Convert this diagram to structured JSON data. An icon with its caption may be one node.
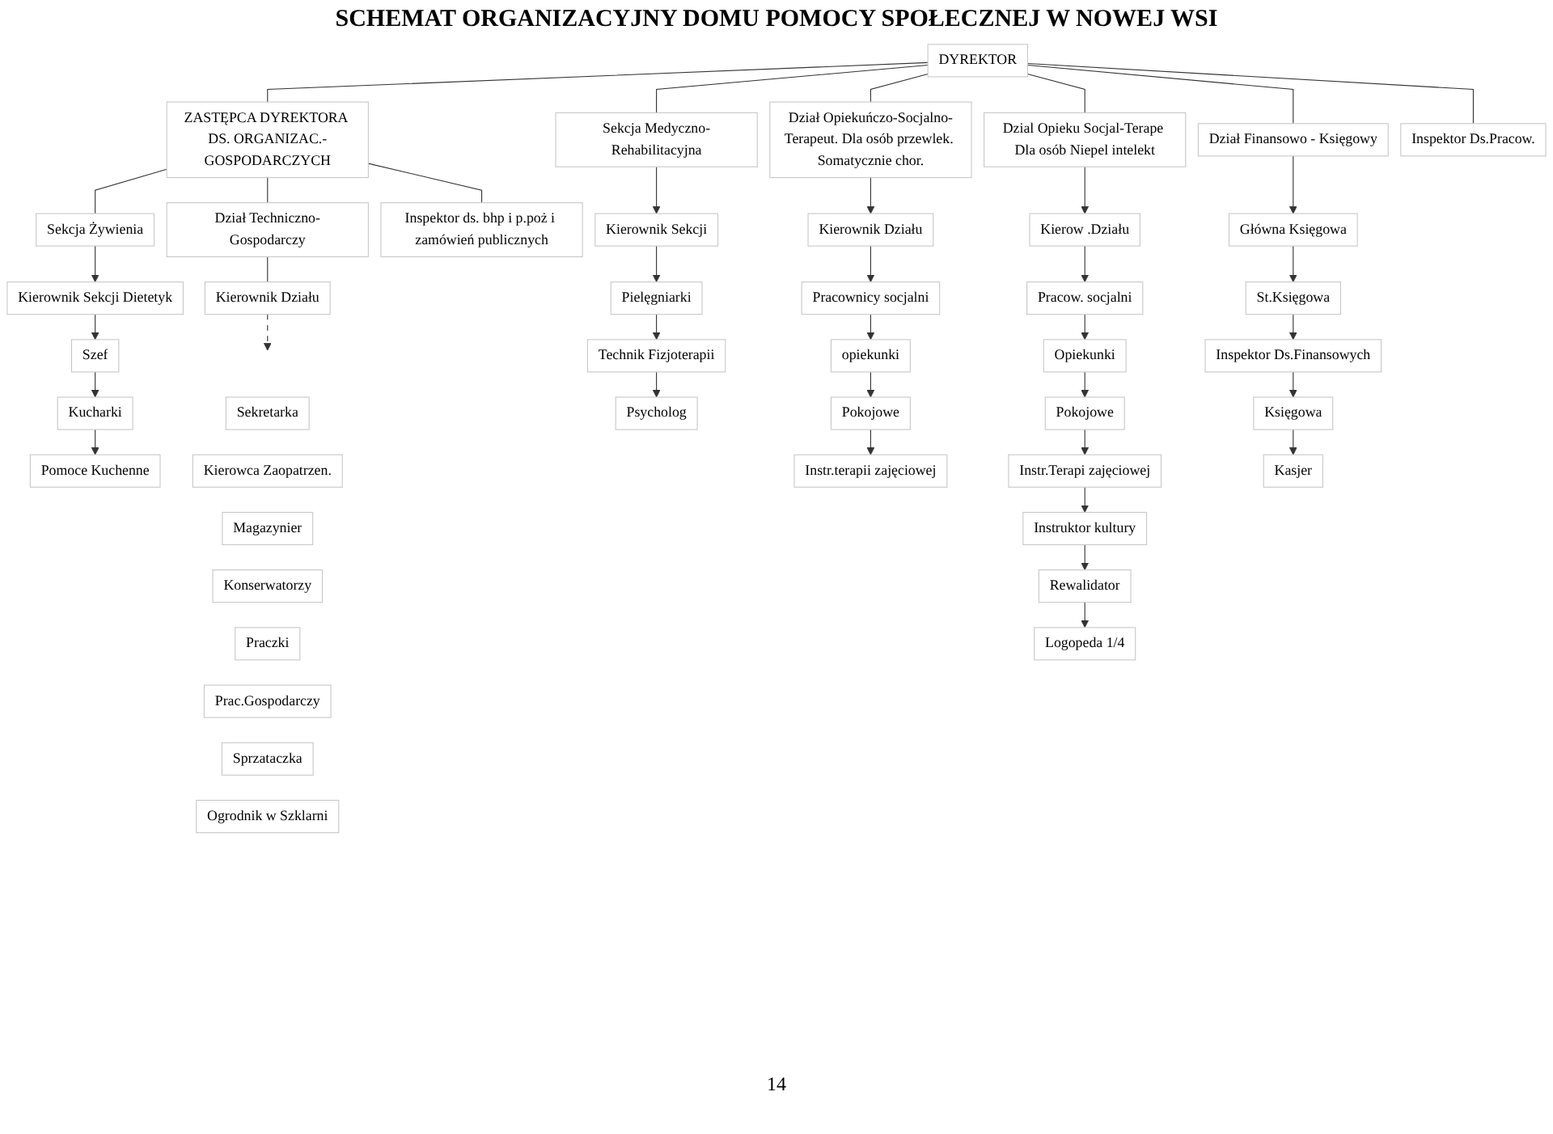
{
  "diagram": {
    "title": "SCHEMAT ORGANIZACYJNY DOMU POMOCY SPOŁECZNEJ W NOWEJ WSI",
    "nodes": [
      {
        "text": [
          "DYREKTOR"
        ]
      },
      {
        "text": [
          "ZASTĘPCA DYREKTORA DS. ORGANIZAC.-GOSPODARCZYCH"
        ]
      },
      {
        "text": [
          "Sekcja Medyczno-Rehabilitacyjna"
        ]
      },
      {
        "text": [
          "Dział Opiekuńczo-Socjalno-Terapeut. Dla osób przewlek. Somatycznie chor."
        ]
      },
      {
        "text": [
          "Dzial Opieku Socjal-Terape Dla osób Niepel intelekt"
        ]
      },
      {
        "text": [
          "Inspektor Ds.Pracow."
        ]
      },
      {
        "text": [
          "Dział Finansowo - Księgowy"
        ]
      },
      {
        "text": [
          "Sekcja Żywienia"
        ]
      },
      {
        "text": [
          "Dział Techniczno-Gospodarczy"
        ]
      },
      {
        "text": [
          "Inspektor ds. bhp i p.poż i zamówień publicznych"
        ]
      },
      {
        "text": [
          "Kierownik Sekcji"
        ]
      },
      {
        "text": [
          "Kierownik Działu"
        ]
      },
      {
        "text": [
          "Kierownik Działu"
        ]
      },
      {
        "text": [
          "Pielęgniarki"
        ]
      },
      {
        "text": [
          "Technik Fizjoterapii"
        ]
      },
      {
        "text": [
          "Psycholog"
        ]
      },
      {
        "text": [
          "Pracownicy socjalni"
        ]
      },
      {
        "text": [
          "opiekunki"
        ]
      },
      {
        "text": [
          "Pokojowe"
        ]
      },
      {
        "text": [
          "Instr.terapii zajęciowej"
        ]
      },
      {
        "text": [
          "Kierow .Działu"
        ]
      },
      {
        "text": [
          "Pracow. socjalni"
        ]
      },
      {
        "text": [
          "Opiekunki"
        ]
      },
      {
        "text": [
          "Pokojowe"
        ]
      },
      {
        "text": [
          "Instr.Terapi zajęciowej"
        ]
      },
      {
        "text": [
          "Instruktor kultury"
        ]
      },
      {
        "text": [
          "Rewalidator"
        ]
      },
      {
        "text": [
          "Logopeda 1/4"
        ]
      },
      {
        "text": [
          "Główna Księgowa"
        ]
      },
      {
        "text": [
          "St.Księgowa"
        ]
      },
      {
        "text": [
          "Inspektor Ds.Finansowych"
        ]
      },
      {
        "text": [
          "Księgowa"
        ]
      },
      {
        "text": [
          "Kasjer"
        ]
      },
      {
        "text": [
          "Kierownik Sekcji Dietetyk"
        ]
      },
      {
        "text": [
          "Szef"
        ]
      },
      {
        "text": [
          "Kucharki"
        ]
      },
      {
        "text": [
          "Pomoce Kuchenne"
        ]
      },
      {
        "text": [
          "Sekretarka"
        ]
      },
      {
        "text": [
          "Kierowca Zaopatrzen."
        ]
      },
      {
        "text": [
          "Magazynier"
        ]
      },
      {
        "text": [
          "Konserwatorzy"
        ]
      },
      {
        "text": [
          "Praczki"
        ]
      },
      {
        "text": [
          "Prac.Gospodarczy"
        ]
      },
      {
        "text": [
          "Sprzataczka"
        ]
      },
      {
        "text": [
          "Ogrodnik w Szklarni"
        ]
      }
    ],
    "edges": [
      {
        "from": 0,
        "to": 1,
        "arrow": "none"
      },
      {
        "from": 0,
        "to": 2,
        "arrow": "none"
      },
      {
        "from": 0,
        "to": 3,
        "arrow": "none"
      },
      {
        "from": 0,
        "to": 4,
        "arrow": "none"
      },
      {
        "from": 0,
        "to": 6,
        "arrow": "none"
      },
      {
        "from": 0,
        "to": 5,
        "arrow": "none"
      },
      {
        "from": 1,
        "to": 7,
        "arrow": "none"
      },
      {
        "from": 1,
        "to": 8,
        "arrow": "none"
      },
      {
        "from": 1,
        "to": 9,
        "arrow": "none"
      },
      {
        "from": 8,
        "to": 12,
        "arrow": "none"
      },
      {
        "from": 2,
        "to": 10,
        "arrow": "to"
      },
      {
        "from": 10,
        "to": 13,
        "arrow": "to"
      },
      {
        "from": 13,
        "to": 14,
        "arrow": "to"
      },
      {
        "from": 14,
        "to": 15,
        "arrow": "to"
      },
      {
        "from": 3,
        "to": 11,
        "arrow": "to"
      },
      {
        "from": 11,
        "to": 16,
        "arrow": "to"
      },
      {
        "from": 16,
        "to": 17,
        "arrow": "to"
      },
      {
        "from": 17,
        "to": 18,
        "arrow": "to"
      },
      {
        "from": 18,
        "to": 19,
        "arrow": "to"
      },
      {
        "from": 4,
        "to": 20,
        "arrow": "to"
      },
      {
        "from": 20,
        "to": 21,
        "arrow": "to"
      },
      {
        "from": 21,
        "to": 22,
        "arrow": "to"
      },
      {
        "from": 22,
        "to": 23,
        "arrow": "to"
      },
      {
        "from": 23,
        "to": 24,
        "arrow": "to"
      },
      {
        "from": 24,
        "to": 25,
        "arrow": "to"
      },
      {
        "from": 25,
        "to": 26,
        "arrow": "to"
      },
      {
        "from": 26,
        "to": 27,
        "arrow": "to"
      },
      {
        "from": 6,
        "to": 28,
        "arrow": "to"
      },
      {
        "from": 28,
        "to": 29,
        "arrow": "to"
      },
      {
        "from": 29,
        "to": 30,
        "arrow": "to"
      },
      {
        "from": 30,
        "to": 31,
        "arrow": "to"
      },
      {
        "from": 31,
        "to": 32,
        "arrow": "to"
      },
      {
        "from": 7,
        "to": 33,
        "arrow": "to"
      },
      {
        "from": 33,
        "to": 34,
        "arrow": "to"
      },
      {
        "from": 34,
        "to": 35,
        "arrow": "to"
      },
      {
        "from": 35,
        "to": 36,
        "arrow": "to"
      },
      {
        "from": 12,
        "to": null,
        "arrow": "to",
        "style": "dashed"
      }
    ],
    "labels": [
      "14"
    ]
  }
}
